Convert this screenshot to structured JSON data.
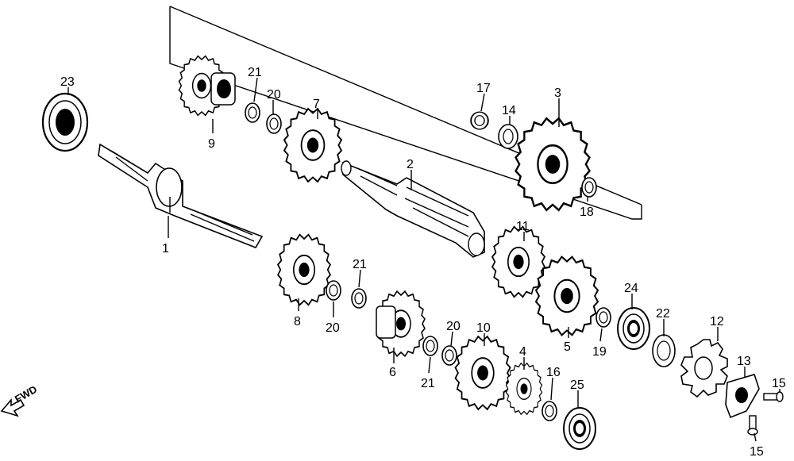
{
  "diagram": {
    "direction_label": "FWD",
    "callouts": {
      "c1": "1",
      "c2": "2",
      "c3": "3",
      "c4": "4",
      "c5": "5",
      "c6": "6",
      "c7": "7",
      "c8": "8",
      "c9": "9",
      "c10": "10",
      "c11": "11",
      "c12": "12",
      "c13": "13",
      "c14": "14",
      "c15a": "15",
      "c15b": "15",
      "c16": "16",
      "c17": "17",
      "c18": "18",
      "c19": "19",
      "c20a": "20",
      "c20b": "20",
      "c20c": "20",
      "c21a": "21",
      "c21b": "21",
      "c21c": "21",
      "c22": "22",
      "c23": "23",
      "c24": "24",
      "c25": "25"
    }
  }
}
